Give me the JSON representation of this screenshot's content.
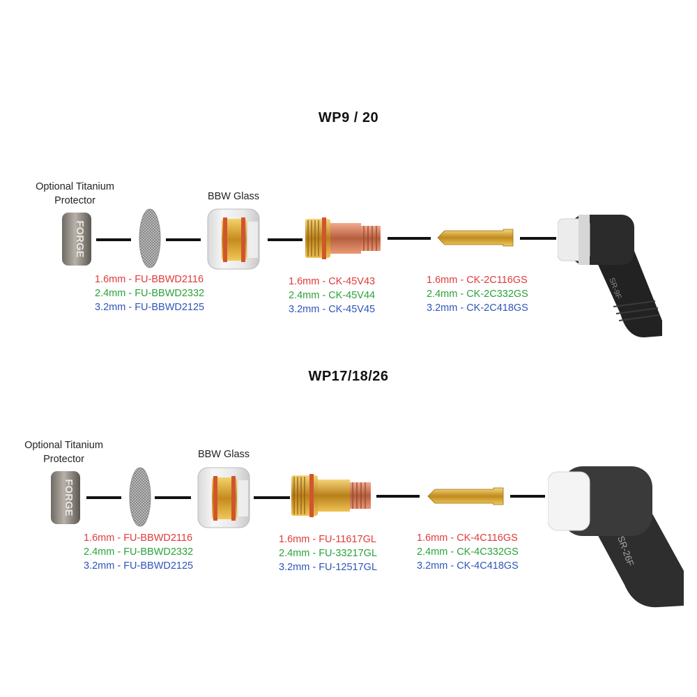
{
  "sections": [
    {
      "title": "WP9 / 20",
      "protector_label_line1": "Optional Titanium",
      "protector_label_line2": "Protector",
      "glass_label": "BBW Glass",
      "protector_text": "FORGE",
      "torch_head_text": "SR-9F",
      "groups": [
        {
          "codes": [
            "1.6mm - FU-BBWD2116",
            "2.4mm - FU-BBWD2332",
            "3.2mm - FU-BBWD2125"
          ]
        },
        {
          "codes": [
            "1.6mm - CK-45V43",
            "2.4mm - CK-45V44",
            "3.2mm - CK-45V45"
          ]
        },
        {
          "codes": [
            "1.6mm - CK-2C116GS",
            "2.4mm - CK-2C332GS",
            "3.2mm - CK-2C418GS"
          ]
        }
      ]
    },
    {
      "title": "WP17/18/26",
      "protector_label_line1": "Optional Titanium",
      "protector_label_line2": "Protector",
      "glass_label": "BBW Glass",
      "protector_text": "FORGE",
      "torch_head_text": "SR-26F",
      "groups": [
        {
          "codes": [
            "1.6mm - FU-BBWD2116",
            "2.4mm - FU-BBWD2332",
            "3.2mm - FU-BBWD2125"
          ]
        },
        {
          "codes": [
            "1.6mm - FU-11617GL",
            "2.4mm - FU-33217GL",
            "3.2mm - FU-12517GL"
          ]
        },
        {
          "codes": [
            "1.6mm - CK-4C116GS",
            "2.4mm - CK-4C332GS",
            "3.2mm - CK-4C418GS"
          ]
        }
      ]
    }
  ],
  "colors": {
    "size_1_6": "#e03a3a",
    "size_2_4": "#2aa23a",
    "size_3_2": "#2f55b8",
    "connector": "#111111"
  }
}
